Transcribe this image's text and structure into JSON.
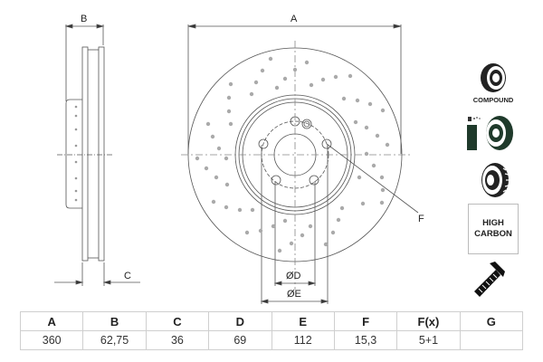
{
  "drawing": {
    "labels": {
      "A": "A",
      "B": "B",
      "C": "C",
      "D": "ØD",
      "E": "ØE",
      "F": "F"
    }
  },
  "icons": {
    "compound_label": "COMPOUND",
    "high_carbon_line1": "HIGH",
    "high_carbon_line2": "CARBON",
    "items": [
      "compound-disc-icon",
      "coated-disc-icon",
      "ventilated-disc-icon",
      "high-carbon-badge",
      "screw-icon"
    ]
  },
  "spec_table": {
    "headers": [
      "A",
      "B",
      "C",
      "D",
      "E",
      "F",
      "F(x)",
      "G"
    ],
    "values": [
      "360",
      "62,75",
      "36",
      "69",
      "112",
      "15,3",
      "5+1",
      ""
    ]
  }
}
